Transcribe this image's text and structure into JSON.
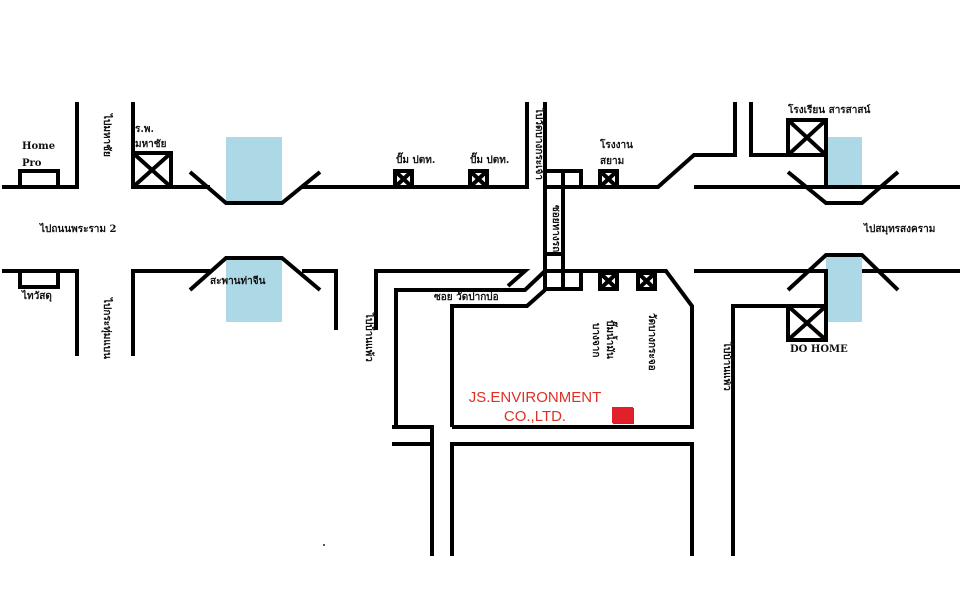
{
  "map": {
    "colors": {
      "road": "#000000",
      "river": "#add8e6",
      "company_text": "#e03025",
      "company_marker": "#e0202a"
    },
    "labels": {
      "home_pro": [
        "Home",
        "Pro"
      ],
      "to_mahachai": "ไปมหาชัย",
      "mahachai_hospital": [
        "ร.พ.",
        "มหาชัย"
      ],
      "to_rama2": "ไปถนนพระราม 2",
      "thai_watsadu": "ไทวัสดุ",
      "to_krathumbaen": "ไปกระทุ่มแบน",
      "tha_chin_bridge": "สะพานท่าจีน",
      "ptt_pump_1": "ปั๊ม ปตท.",
      "ptt_pump_2": "ปั๊ม ปตท.",
      "to_wat_bang_krachao": "ไปวัดบางกระเจ้า",
      "siam_factory": [
        "โรงงาน",
        "สยาม"
      ],
      "school": "โรงเรียน สารสาสน์",
      "to_samut_songkhram": "ไปสมุทรสงคราม",
      "alley_1": "ซอยทางรถ",
      "soi_wat_pak_bo": "ซอย วัดปากบ่อ",
      "to_ban_phaeo": "ไปบ้านแพ้ว",
      "bang_krachao_pump": [
        "ปั๊มน้ำมัน",
        "บางจาก"
      ],
      "wat_bang_krachao": "วัดบางกระจอ",
      "do_home": "DO HOME",
      "to_ban_phaeo_2": "ไปบ้านแพ้ว"
    },
    "company": {
      "line1": "JS.ENVIRONMENT",
      "line2": "CO.,LTD.",
      "marker_icon": "location-marker"
    }
  }
}
